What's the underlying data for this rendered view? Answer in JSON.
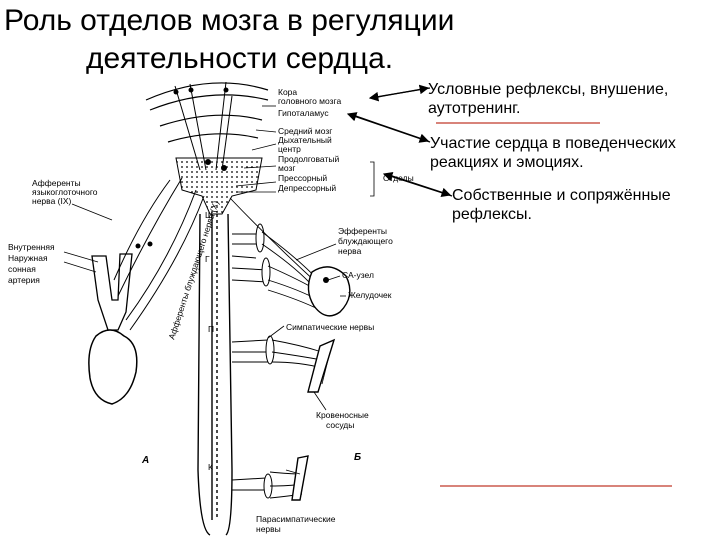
{
  "title": {
    "line1": "Роль отделов мозга в регуляции",
    "line2": "деятельности  сердца."
  },
  "annotations": {
    "conditioned": "Условные рефлексы, внушение, аутотренинг.",
    "behavioral": "Участие сердца в поведенческих реакциях и эмоциях.",
    "reflexes": "Собственные и сопряжённые рефлексы."
  },
  "diagram": {
    "brain_labels": {
      "cortex": "Кора",
      "cortex2": "головного мозга",
      "hypothalamus": "Гипоталамус",
      "midbrain": "Средний мозг",
      "respiratory": "Дыхательный",
      "respiratory2": "центр",
      "medulla": "Продолговатый",
      "medulla2": "мозг",
      "pressor": "Прессорный",
      "depressor": "Депрессорный",
      "sections": "Отделы"
    },
    "left_labels": {
      "afferent1": "Афференты",
      "afferent2": "языкоглоточного",
      "afferent3": "нерва (IX)",
      "internal": "Внутренняя",
      "external": "Наружная",
      "carotid": "сонная",
      "artery": "артерия",
      "vagus_afferent": "Афференты блуждающего нерва (X)"
    },
    "right_labels": {
      "efferent1": "Эфференты",
      "efferent2": "блуждающего",
      "efferent3": "нерва",
      "sa_node": "СА-узел",
      "ventricle": "Желудочек",
      "sympathetic": "Симпатические нервы",
      "vessels1": "Кровеносные",
      "vessels2": "сосуды",
      "parasympathetic1": "Парасимпатические",
      "parasympathetic2": "нервы"
    },
    "segments": {
      "cervical": "Ш",
      "thoracic": "Г",
      "lumbar": "П",
      "sacral": "К"
    },
    "panels": {
      "a": "А",
      "b": "Б"
    }
  }
}
